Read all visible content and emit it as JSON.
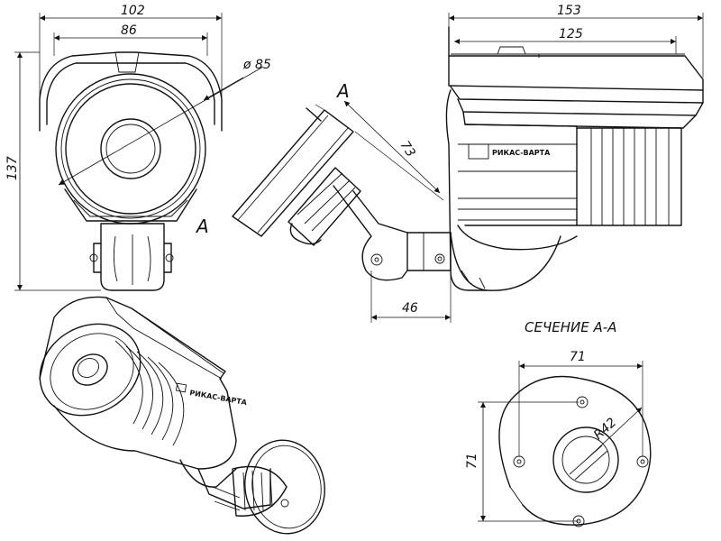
{
  "dimensions": {
    "front_outer_width": "102",
    "front_inner_width": "86",
    "lens_diameter": "ø 85",
    "front_height": "137",
    "side_overall_length": "153",
    "side_hood_length": "125",
    "bracket_length": "73",
    "bracket_offset": "46",
    "section_width": "71",
    "section_height": "71",
    "section_radius": "R42"
  },
  "labels": {
    "section_marker": "A",
    "section_title": "СЕЧЕНИЕ А-А",
    "brand": "РИКАС-ВАРТА"
  }
}
